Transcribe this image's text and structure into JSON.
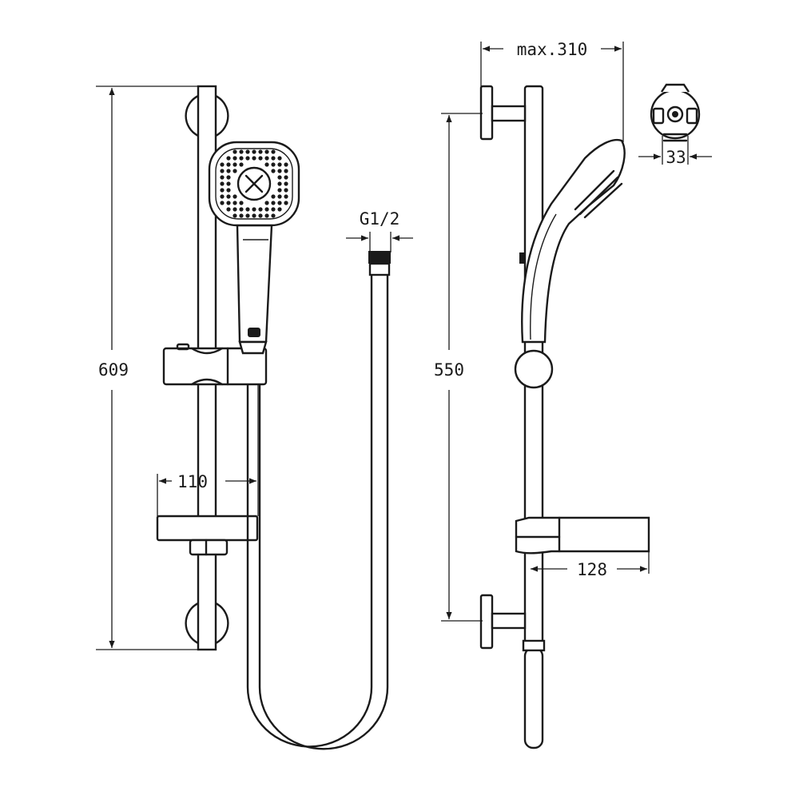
{
  "dimensions": {
    "front_height": "609",
    "holder_offset": "110",
    "connector_thread": "G1/2",
    "side_height": "550",
    "max_reach": "max.310",
    "soap_dish_depth": "128",
    "bracket_width": "33"
  },
  "colors": {
    "line": "#1a1a1a",
    "background": "#ffffff"
  }
}
